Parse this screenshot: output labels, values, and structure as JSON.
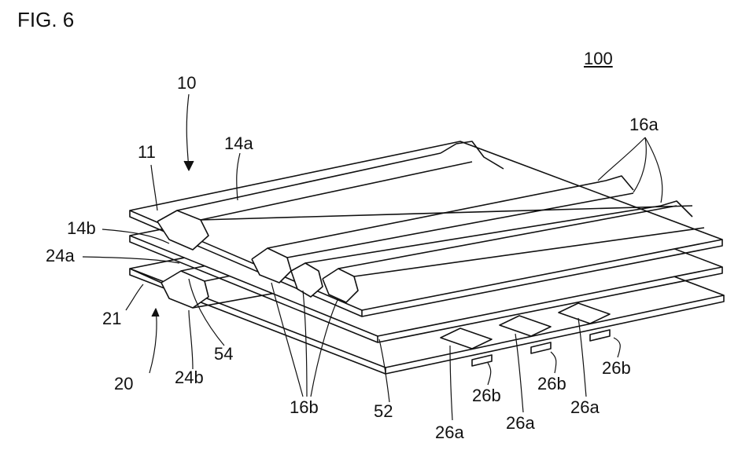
{
  "figure_title": "FIG. 6",
  "labels": {
    "assembly": "100",
    "first_member": "10",
    "sheet_11": "11",
    "ridge_14a": "14a",
    "ridge_16a": "16a",
    "ridge_14b": "14b",
    "ridge_24a": "24a",
    "sheet_21": "21",
    "second_member": "20",
    "ridge_24b": "24b",
    "part_54": "54",
    "ridge_16b": "16b",
    "part_52": "52",
    "boss_26a": "26a",
    "boss_26b": "26b"
  }
}
